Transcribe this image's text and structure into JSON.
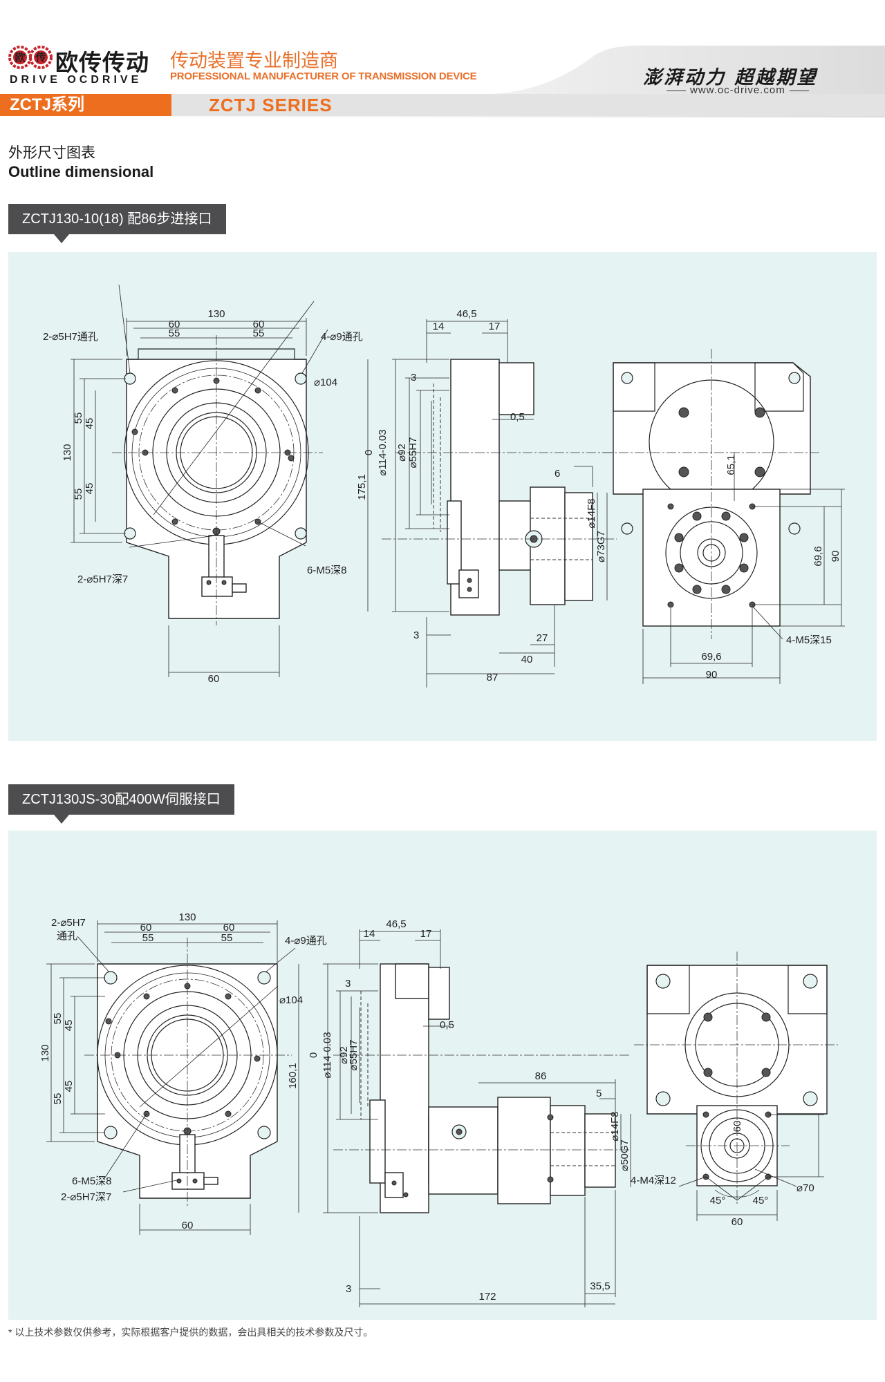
{
  "header": {
    "brand_cn": "欧传传动",
    "brand_en": "DRIVE OCDRIVE",
    "logo_text": [
      "欧",
      "传"
    ],
    "tagline_cn": "传动装置专业制造商",
    "tagline_en": "PROFESSIONAL MANUFACTURER OF TRANSMISSION DEVICE",
    "slogan": "澎湃动力 超越期望",
    "website": "www.oc-drive.com",
    "series_cn": "ZCTJ系列",
    "series_en": "ZCTJ SERIES",
    "accent_color": "#ec6e1e"
  },
  "section": {
    "title_cn": "外形尺寸图表",
    "title_en": "Outline dimensional"
  },
  "drawing1": {
    "tab": "ZCTJ130-10(18) 配86步进接口",
    "dims": {
      "d130_top": "130",
      "d60_l": "60",
      "d60_r": "60",
      "d55_l": "55",
      "d55_r": "55",
      "hole2": "2-⌀5H7通孔",
      "hole4": "4-⌀9通孔",
      "dia104": "⌀104",
      "v55a": "55",
      "v45a": "45",
      "v130": "130",
      "v55b": "55",
      "v45b": "45",
      "pin2": "2-⌀5H7深7",
      "m5": "6-M5深8",
      "bot60": "60",
      "s465": "46,5",
      "s14": "14",
      "s17": "17",
      "s3a": "3",
      "s05": "0,5",
      "s0": "0",
      "s114": "⌀114-0.03",
      "s92": "⌀92",
      "s55h7": "⌀55H7",
      "s1751": "175,1",
      "s6": "6",
      "s14f8": "⌀14F8",
      "s73g7": "⌀73G7",
      "s3b": "3",
      "s27": "27",
      "s40": "40",
      "s87": "87",
      "r651": "65,1",
      "r696v": "69,6",
      "r90v": "90",
      "r4m5": "4-M5深15",
      "r696h": "69,6",
      "r90h": "90"
    }
  },
  "drawing2": {
    "tab": "ZCTJ130JS-30配400W伺服接口",
    "dims": {
      "hole2a": "2-⌀5H7",
      "hole2b": "通孔",
      "d130_top": "130",
      "d60_l": "60",
      "d60_r": "60",
      "d55_l": "55",
      "d55_r": "55",
      "hole4": "4-⌀9通孔",
      "dia104": "⌀104",
      "v55a": "55",
      "v45a": "45",
      "v130": "130",
      "v55b": "55",
      "v45b": "45",
      "m5": "6-M5深8",
      "pin2": "2-⌀5H7深7",
      "bot60": "60",
      "s465": "46,5",
      "s14": "14",
      "s17": "17",
      "s3a": "3",
      "s05": "0,5",
      "s0": "0",
      "s114": "⌀114-0.03",
      "s92": "⌀92",
      "s55h7": "⌀55H7",
      "s1601": "160,1",
      "s86": "86",
      "s5": "5",
      "s14f8": "⌀14F8",
      "s50g7": "⌀50G7",
      "s3b": "3",
      "s355": "35,5",
      "s172": "172",
      "r70": "⌀70",
      "r60v": "60",
      "r4m4": "4-M4深12",
      "r45a": "45°",
      "r45b": "45°",
      "r60h": "60"
    }
  },
  "footnote": "* 以上技术参数仅供参考，实际根据客户提供的数据，会出具相关的技术参数及尺寸。"
}
